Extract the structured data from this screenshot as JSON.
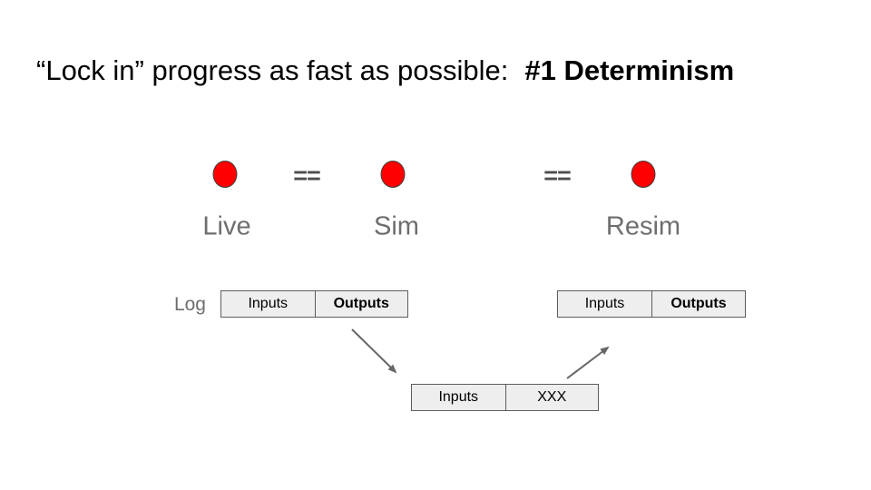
{
  "slide": {
    "title": {
      "regular": "“Lock in” progress as fast as possible:",
      "bold": "#1 Determinism"
    }
  },
  "nodes": {
    "live": {
      "label": "Live"
    },
    "sim": {
      "label": "Sim"
    },
    "resim": {
      "label": "Resim"
    }
  },
  "operators": {
    "equals_1": "==",
    "equals_2": "=="
  },
  "log": {
    "label": "Log",
    "live_log": {
      "cell_1": "Inputs",
      "cell_2": "Outputs"
    },
    "resim_log": {
      "cell_1": "Inputs",
      "cell_2": "Outputs"
    },
    "transfer": {
      "cell_1": "Inputs",
      "cell_2": "XXX"
    }
  },
  "colors": {
    "circle_fill": "#fe0000",
    "circle_border": "#424242",
    "label_gray": "#6e6e6e",
    "equals_gray": "#4d4d4d",
    "box_fill": "#eeeeee",
    "box_border": "#5c5c5c",
    "arrow_gray": "#666666",
    "title_black": "#000000",
    "background": "#ffffff"
  }
}
